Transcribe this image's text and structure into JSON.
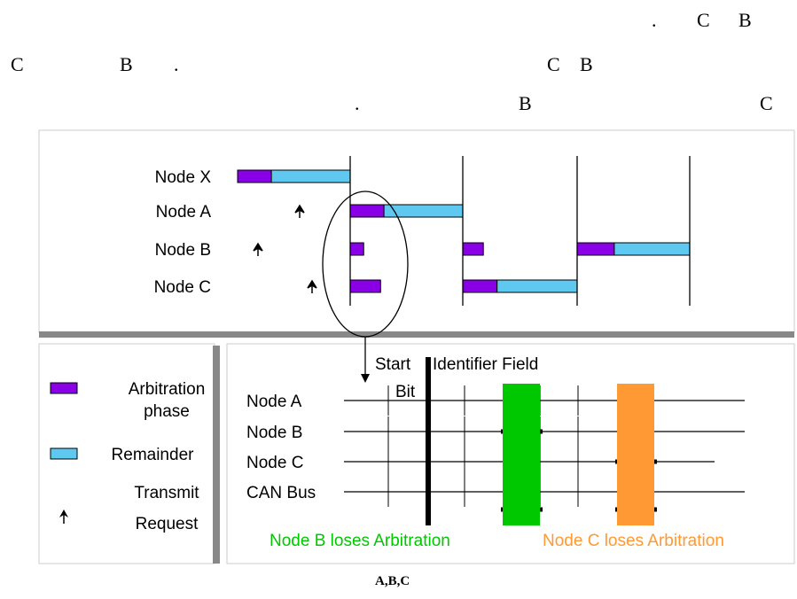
{
  "text_lines": {
    "line1": [
      ".",
      "C",
      "B"
    ],
    "line2": [
      "C",
      "B",
      ".",
      "C",
      "B"
    ],
    "line3": [
      ".",
      "B",
      "C"
    ]
  },
  "timeline": {
    "nodes": [
      {
        "label": "Node X",
        "segments": [
          {
            "kind": "arbitration",
            "slot": 0,
            "length": 0.3
          },
          {
            "kind": "remainder",
            "slot": 0,
            "length": 0.7
          }
        ],
        "request_after_slot": null
      },
      {
        "label": "Node A",
        "segments": [
          {
            "kind": "arbitration",
            "slot": 1,
            "length": 0.3
          },
          {
            "kind": "remainder",
            "slot": 1,
            "length": 0.7
          }
        ],
        "request_after_slot": 0
      },
      {
        "label": "Node B",
        "segments": [
          {
            "kind": "arbitration",
            "slot": 1,
            "length": 0.12
          },
          {
            "kind": "arbitration",
            "slot": 2,
            "length": 0.18
          },
          {
            "kind": "arbitration",
            "slot": 3,
            "length": 0.33
          },
          {
            "kind": "remainder",
            "slot": 3,
            "length": 0.67
          }
        ],
        "request_after_slot": 0
      },
      {
        "label": "Node C",
        "segments": [
          {
            "kind": "arbitration",
            "slot": 1,
            "length": 0.27
          },
          {
            "kind": "arbitration",
            "slot": 2,
            "length": 0.3
          },
          {
            "kind": "remainder",
            "slot": 2,
            "length": 0.7
          }
        ],
        "request_after_slot": 0
      }
    ]
  },
  "legend": {
    "arbitration": "Arbitration phase",
    "remainder": "Remainder",
    "transmit": "Transmit Request"
  },
  "bitlevel": {
    "nodes": [
      "Node A",
      "Node B",
      "Node C",
      "CAN Bus"
    ],
    "start_bit_label": "Start Bit",
    "identifier_label": "Identifier Field",
    "node_b_loses": "Node B loses Arbitration",
    "node_c_loses": "Node C loses Arbitration"
  },
  "colors": {
    "arbitration": "#8a00e6",
    "remainder": "#5fc8f0",
    "node_b_loses": "#00c800",
    "node_c_loses": "#ff9933",
    "divider": "#888888"
  },
  "caption": "A,B,C"
}
